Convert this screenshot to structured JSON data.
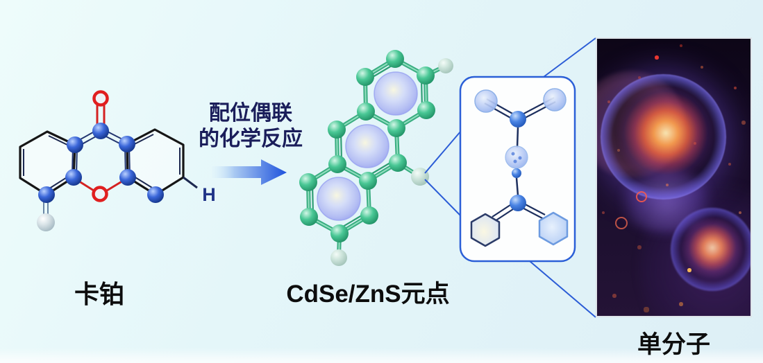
{
  "figure": {
    "carboplatin_label": "卡铂",
    "quantum_dot_label": "CdSe/ZnS元点",
    "single_molecule_label": "单分子",
    "reaction_text_line1": "配位偶联",
    "reaction_text_line2": "的化学反应",
    "hydrogen_symbol": "H"
  },
  "colors": {
    "background_top": "#eefcfb",
    "background_bottom": "#ddeff6",
    "arrow_blue": "#1e52dc",
    "callout_blue": "#2b5cd6",
    "reaction_text_navy": "#1a1d5a",
    "label_black": "#0d0d0d",
    "atom_blue": "#3a66d9",
    "atom_green": "#49c795",
    "atom_gray": "#dbe5e9",
    "oxygen_red": "#e02222",
    "bond_navy": "#22356f",
    "panel_background": "#140a22"
  }
}
